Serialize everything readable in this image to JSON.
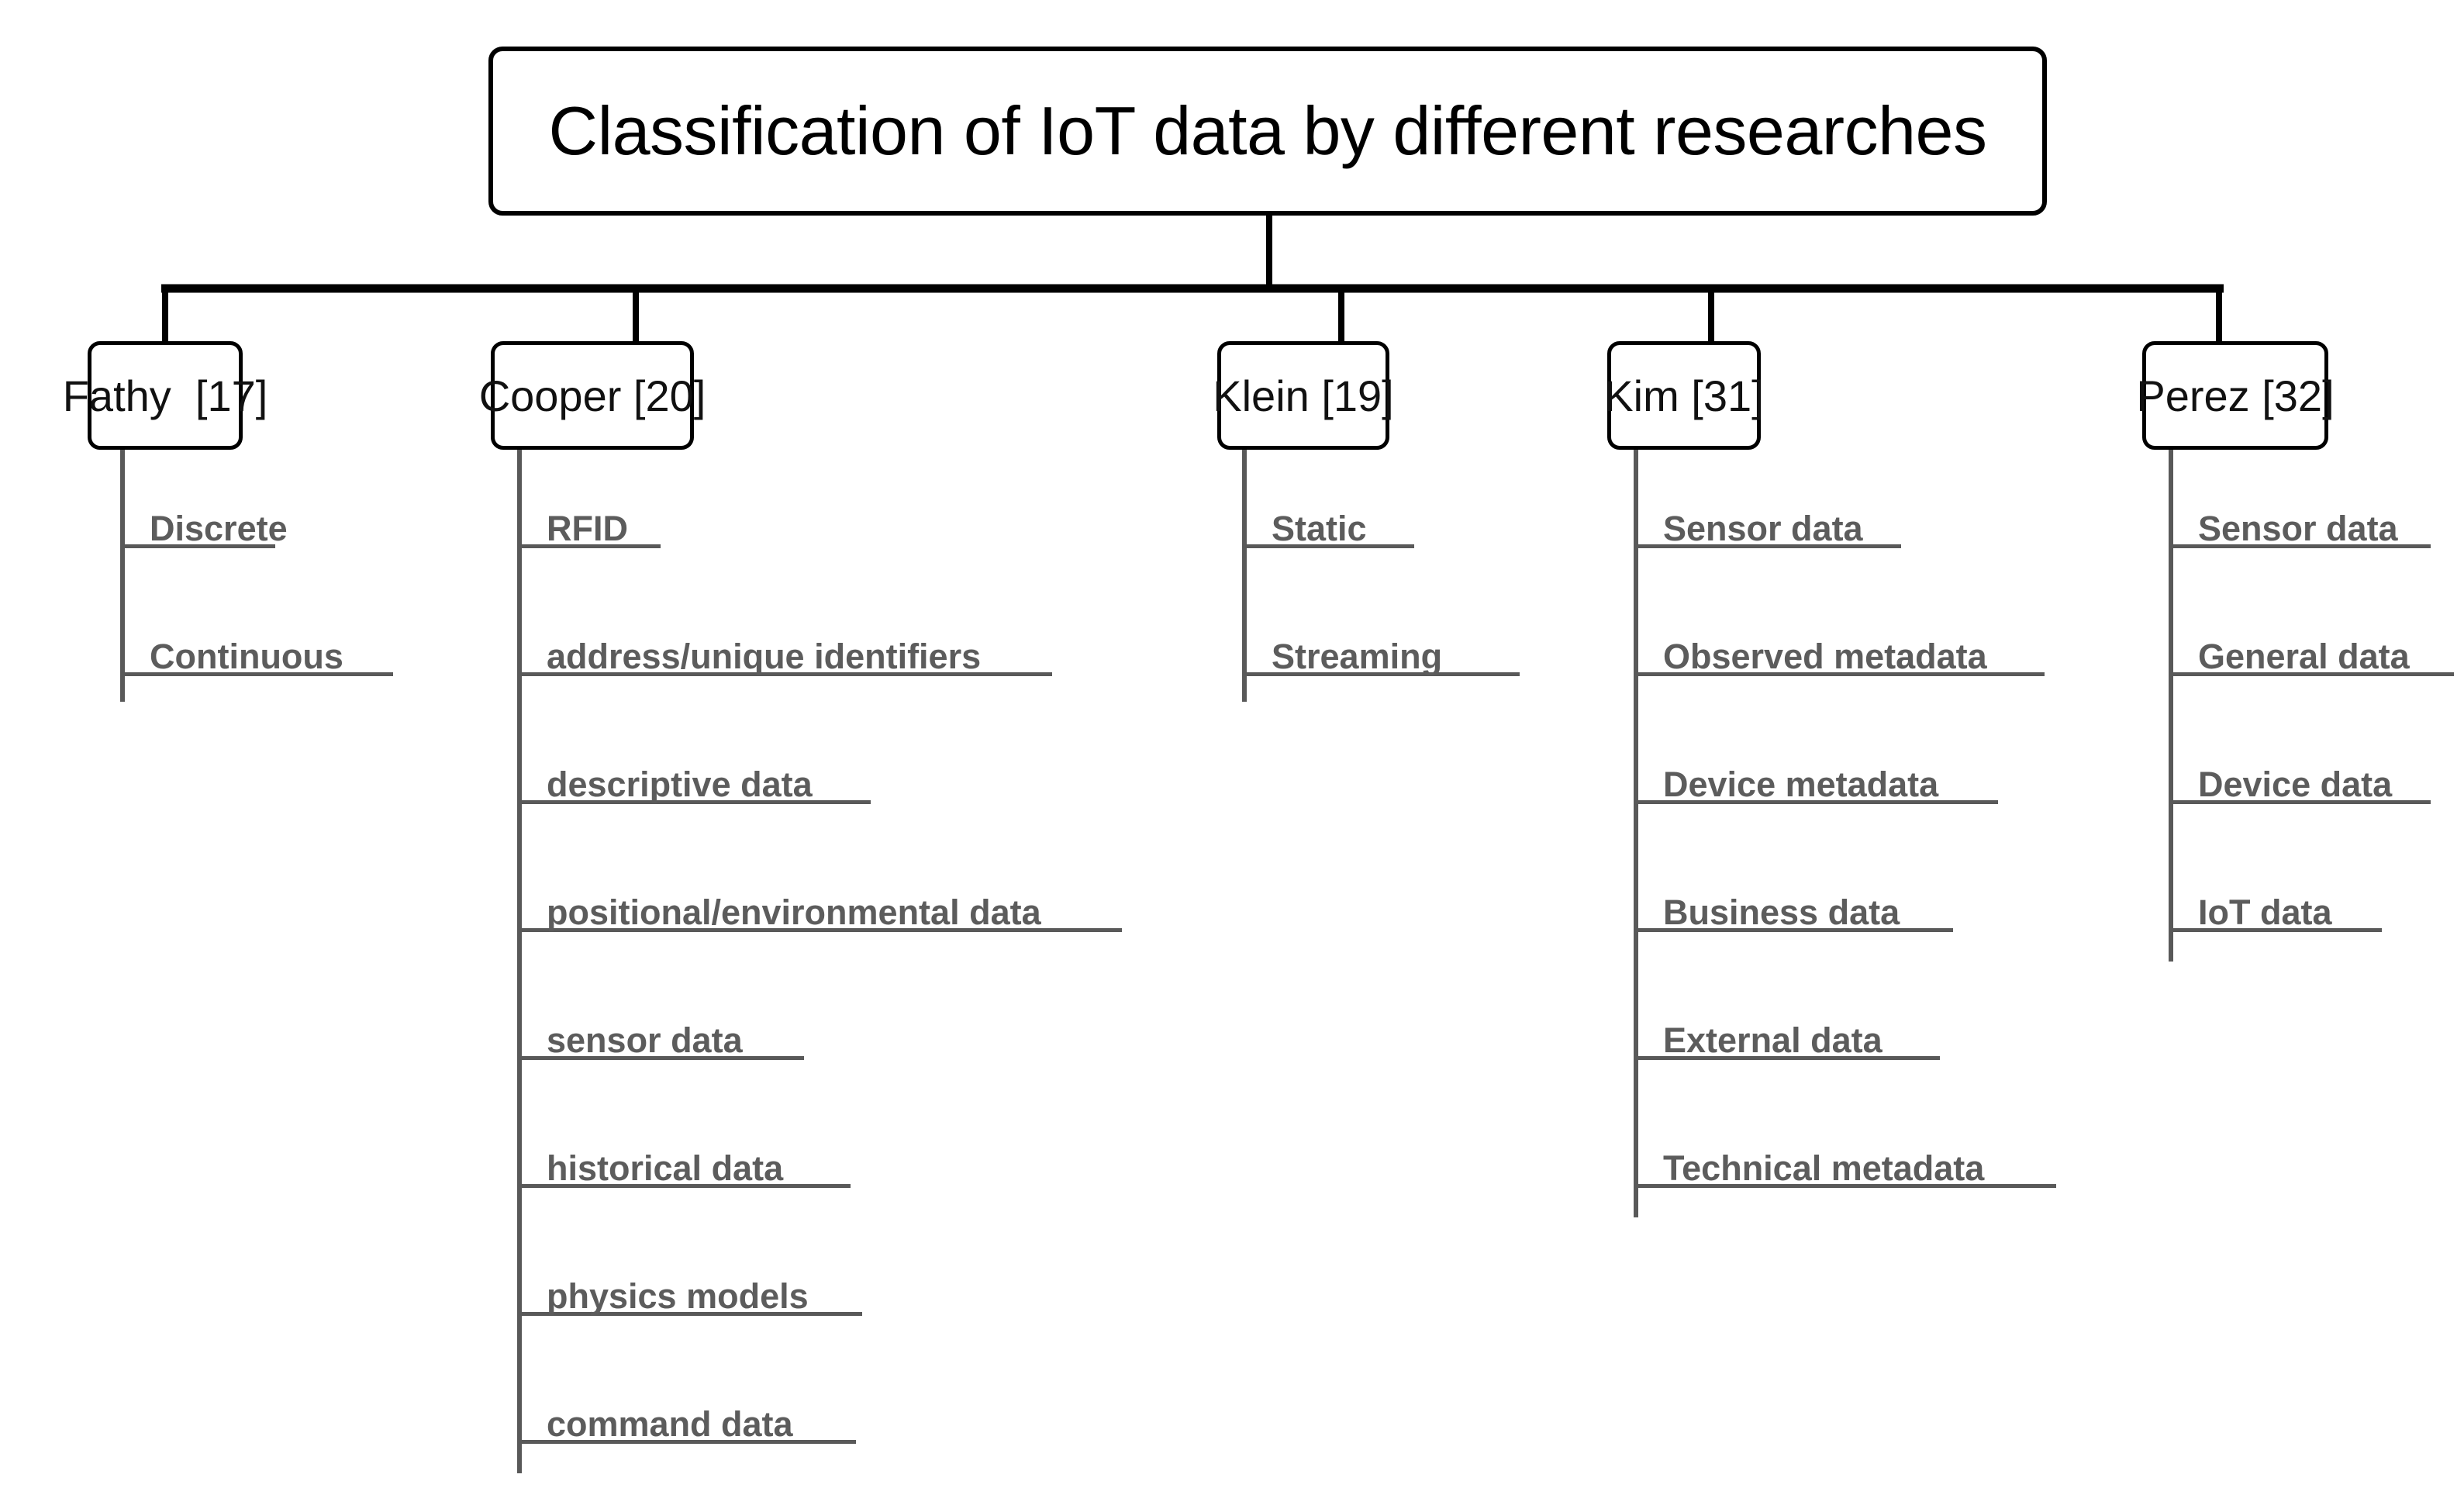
{
  "diagram": {
    "type": "tree-hierarchy",
    "title": "Classification of IoT data by different researches",
    "branches": [
      {
        "id": "fathy",
        "label": "Fathy  [17]",
        "items": [
          "Discrete",
          "Continuous"
        ]
      },
      {
        "id": "cooper",
        "label": "Cooper [20]",
        "items": [
          "RFID",
          "address/unique identifiers",
          "descriptive data",
          "positional/environmental data",
          "sensor data",
          "historical data",
          "physics models",
          "command data"
        ]
      },
      {
        "id": "klein",
        "label": "Klein [19]",
        "items": [
          "Static",
          "Streaming"
        ]
      },
      {
        "id": "kim",
        "label": "Kim [31]",
        "items": [
          "Sensor data",
          "Observed metadata",
          "Device metadata",
          "Business data",
          "External data",
          "Technical metadata"
        ]
      },
      {
        "id": "perez",
        "label": "Perez [32]",
        "items": [
          "Sensor data",
          "General data",
          "Device data",
          "IoT data"
        ]
      }
    ],
    "colors": {
      "background": "#ffffff",
      "box_border": "#000000",
      "title_text": "#000000",
      "node_text": "#111111",
      "leaf_text": "#5c5c5c",
      "leaf_rule": "#595959",
      "connector": "#000000",
      "leaf_stem": "#595959"
    }
  }
}
